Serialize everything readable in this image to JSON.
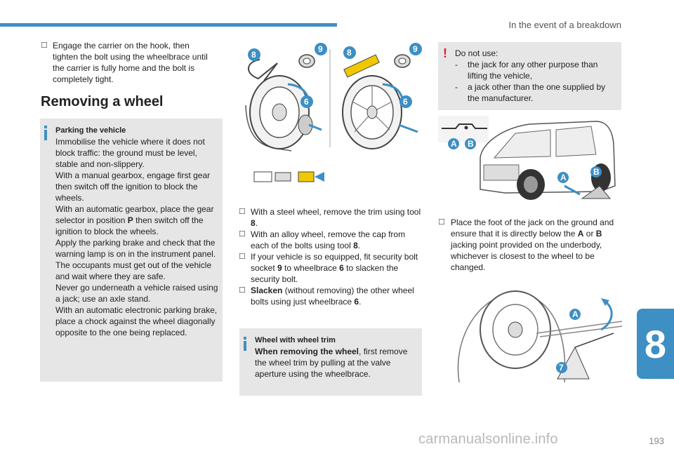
{
  "header": {
    "title": "In the event of a breakdown"
  },
  "left": {
    "intro_bullet": "Engage the carrier on the hook, then tighten the bolt using the wheelbrace until the carrier is fully home and the bolt is completely tight.",
    "heading": "Removing a wheel",
    "info": {
      "title": "Parking the vehicle",
      "l1": "Immobilise the vehicle where it does not block traffic: the ground must be level, stable and non-slippery.",
      "l2": "With a manual gearbox, engage first gear then switch off the ignition to block the wheels.",
      "l3a": "With an automatic gearbox, place the gear selector in position ",
      "l3b": "P",
      "l3c": " then switch off the ignition to block the wheels.",
      "l4": "Apply the parking brake and check that the warning lamp is on in the instrument panel.",
      "l5": "The occupants must get out of the vehicle and wait where they are safe.",
      "l6": "Never go underneath a vehicle raised using a jack; use an axle stand.",
      "l7": "With an automatic electronic parking brake, place a chock against the wheel diagonally opposite to the one being replaced."
    }
  },
  "middle": {
    "b1a": "With a steel wheel, remove the trim using tool ",
    "b1b": "8",
    "b1c": ".",
    "b2a": "With an alloy wheel, remove the cap from each of the bolts using tool ",
    "b2b": "8",
    "b2c": ".",
    "b3a": "If your vehicle is so equipped, fit security bolt socket ",
    "b3b": "9",
    "b3c": " to wheelbrace ",
    "b3d": "6",
    "b3e": " to slacken the security bolt.",
    "b4a": "Slacken",
    "b4b": " (without removing) the other wheel bolts using just wheelbrace ",
    "b4c": "6",
    "b4d": ".",
    "info": {
      "title": "Wheel with wheel trim",
      "l1a": "When removing the wheel",
      "l1b": ", first remove the wheel trim by pulling at the valve aperture using the wheelbrace."
    }
  },
  "right": {
    "warning": {
      "intro": "Do not use:",
      "item1": "the jack for any other purpose than lifting the vehicle,",
      "item2": "a jack other than the one supplied by the manufacturer."
    },
    "b1a": "Place the foot of the jack on the ground and ensure that it is directly below the ",
    "b1b": "A",
    "b1c": " or ",
    "b1d": "B",
    "b1e": " jacking point provided on the underbody, whichever is closest to the wheel to be changed."
  },
  "badges": {
    "b6": "6",
    "b7": "7",
    "b8": "8",
    "b9": "9",
    "bA": "A",
    "bB": "B"
  },
  "dash": "-",
  "chapter": "8",
  "page_number": "193",
  "watermark": "carmanualsonline.info",
  "colors": {
    "accent": "#3d8fc4",
    "warning": "#d9262c",
    "box": "#e6e6e6"
  }
}
